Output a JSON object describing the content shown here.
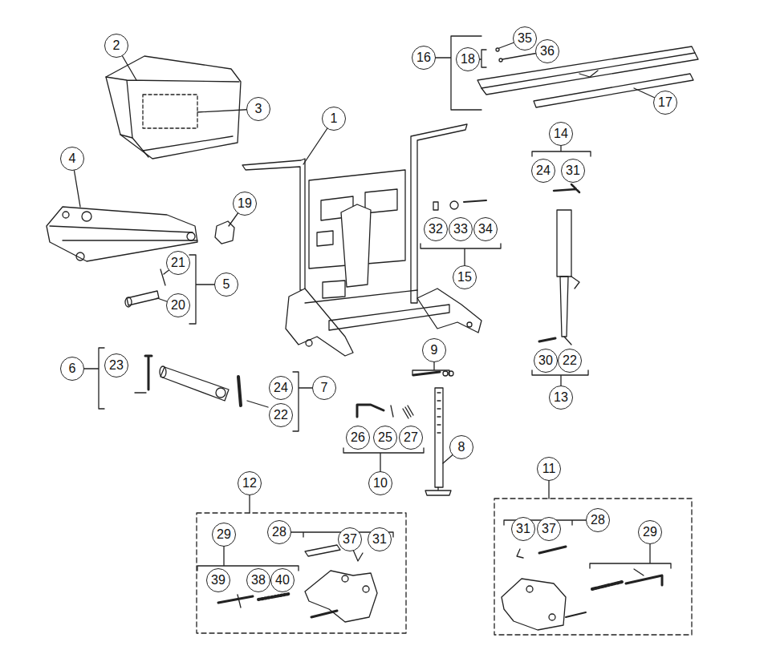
{
  "diagram": {
    "nodes": [
      {
        "text": [
          "35"
        ]
      },
      {
        "text": [
          "2"
        ]
      },
      {
        "text": [
          "36"
        ]
      },
      {
        "text": [
          "16"
        ]
      },
      {
        "text": [
          "18"
        ]
      },
      {
        "text": [
          "17"
        ]
      },
      {
        "text": [
          "3"
        ]
      },
      {
        "text": [
          "1"
        ]
      },
      {
        "text": [
          "14"
        ]
      },
      {
        "text": [
          "4"
        ]
      },
      {
        "text": [
          "24"
        ]
      },
      {
        "text": [
          "31"
        ]
      },
      {
        "text": [
          "19"
        ]
      },
      {
        "text": [
          "32"
        ]
      },
      {
        "text": [
          "33"
        ]
      },
      {
        "text": [
          "34"
        ]
      },
      {
        "text": [
          "21"
        ]
      },
      {
        "text": [
          "15"
        ]
      },
      {
        "text": [
          "5"
        ]
      },
      {
        "text": [
          "20"
        ]
      },
      {
        "text": [
          "9"
        ]
      },
      {
        "text": [
          "30"
        ]
      },
      {
        "text": [
          "22"
        ]
      },
      {
        "text": [
          "23"
        ]
      },
      {
        "text": [
          "6"
        ]
      },
      {
        "text": [
          "24"
        ]
      },
      {
        "text": [
          "7"
        ]
      },
      {
        "text": [
          "22"
        ]
      },
      {
        "text": [
          "13"
        ]
      },
      {
        "text": [
          "26"
        ]
      },
      {
        "text": [
          "25"
        ]
      },
      {
        "text": [
          "27"
        ]
      },
      {
        "text": [
          "8"
        ]
      },
      {
        "text": [
          "11"
        ]
      },
      {
        "text": [
          "12"
        ]
      },
      {
        "text": [
          "10"
        ]
      },
      {
        "text": [
          "28"
        ]
      },
      {
        "text": [
          "31"
        ]
      },
      {
        "text": [
          "37"
        ]
      },
      {
        "text": [
          "29"
        ]
      },
      {
        "text": [
          "28"
        ]
      },
      {
        "text": [
          "37"
        ]
      },
      {
        "text": [
          "31"
        ]
      },
      {
        "text": [
          "29"
        ]
      },
      {
        "text": [
          "39"
        ]
      },
      {
        "text": [
          "38"
        ]
      },
      {
        "text": [
          "40"
        ]
      }
    ]
  }
}
